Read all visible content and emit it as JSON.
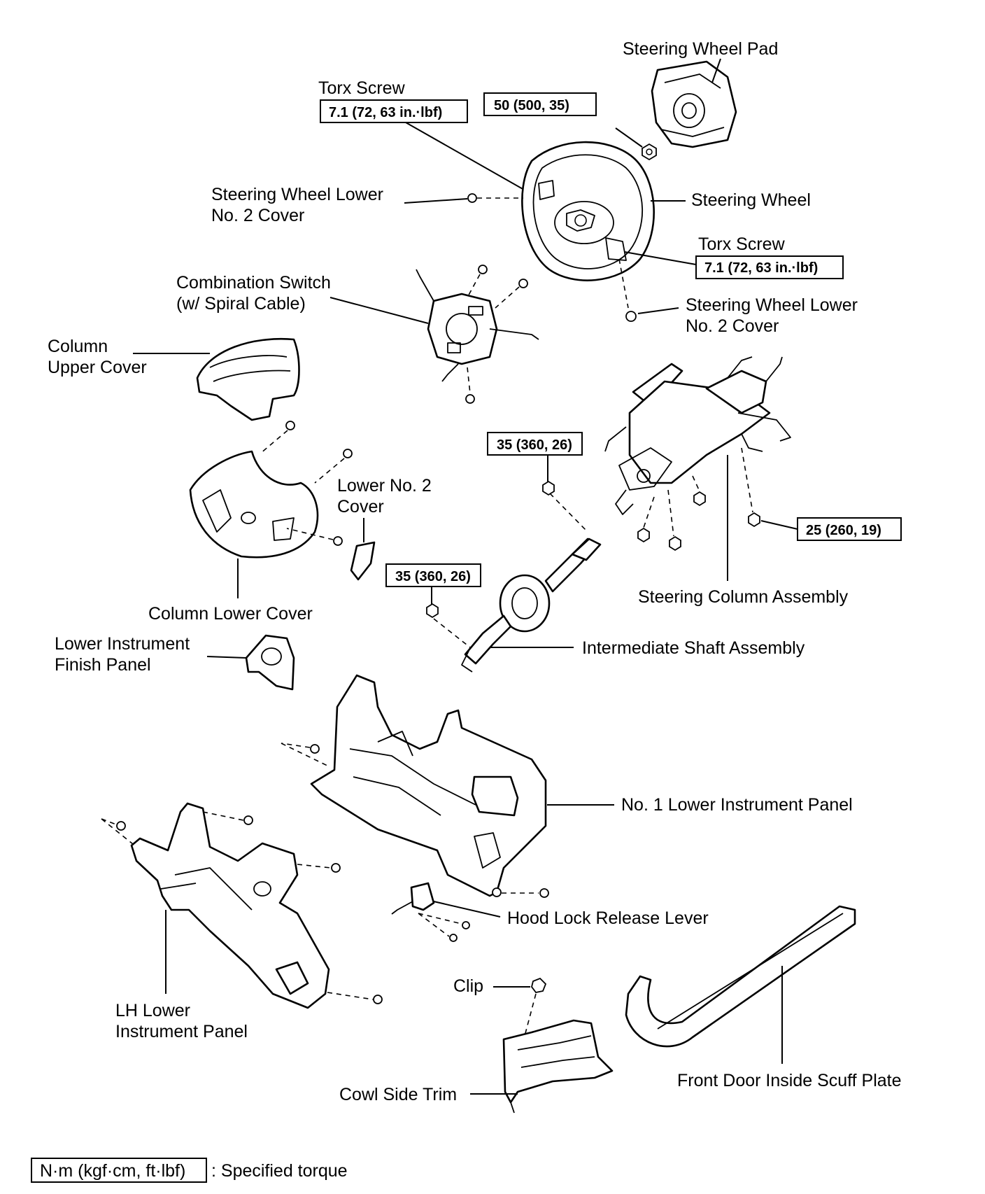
{
  "labels": {
    "steering_wheel_pad": "Steering Wheel Pad",
    "torx_screw_top": "Torx Screw",
    "torx_screw_right": "Torx Screw",
    "steering_wheel_lower_cover_left_1": "Steering Wheel Lower",
    "steering_wheel_lower_cover_left_2": "No. 2 Cover",
    "steering_wheel": "Steering Wheel",
    "combination_switch_1": "Combination Switch",
    "combination_switch_2": "(w/ Spiral Cable)",
    "steering_wheel_lower_cover_right_1": "Steering Wheel Lower",
    "steering_wheel_lower_cover_right_2": "No. 2 Cover",
    "column_upper_cover_1": "Column",
    "column_upper_cover_2": "Upper Cover",
    "lower_no2_cover_1": "Lower No. 2",
    "lower_no2_cover_2": "Cover",
    "column_lower_cover": "Column Lower Cover",
    "steering_column_assembly": "Steering Column Assembly",
    "lower_instrument_finish_panel_1": "Lower Instrument",
    "lower_instrument_finish_panel_2": "Finish Panel",
    "intermediate_shaft_assembly": "Intermediate Shaft Assembly",
    "no1_lower_instrument_panel": "No. 1 Lower Instrument Panel",
    "hood_lock_release_lever": "Hood Lock Release Lever",
    "clip": "Clip",
    "lh_lower_instrument_panel_1": "LH Lower",
    "lh_lower_instrument_panel_2": "Instrument Panel",
    "cowl_side_trim": "Cowl Side Trim",
    "front_door_inside_scuff_plate": "Front Door Inside Scuff Plate"
  },
  "torques": {
    "torx_top": "7.1 (72, 63 in.·lbf)",
    "steering_wheel_nut": "50 (500, 35)",
    "torx_right": "7.1 (72, 63 in.·lbf)",
    "column_bolt": "35 (360, 26)",
    "shaft_bolt": "35 (360, 26)",
    "column_nut": "25 (260, 19)"
  },
  "legend": {
    "unit": "N·m (kgf·cm, ft·lbf)",
    "text": ": Specified torque"
  }
}
